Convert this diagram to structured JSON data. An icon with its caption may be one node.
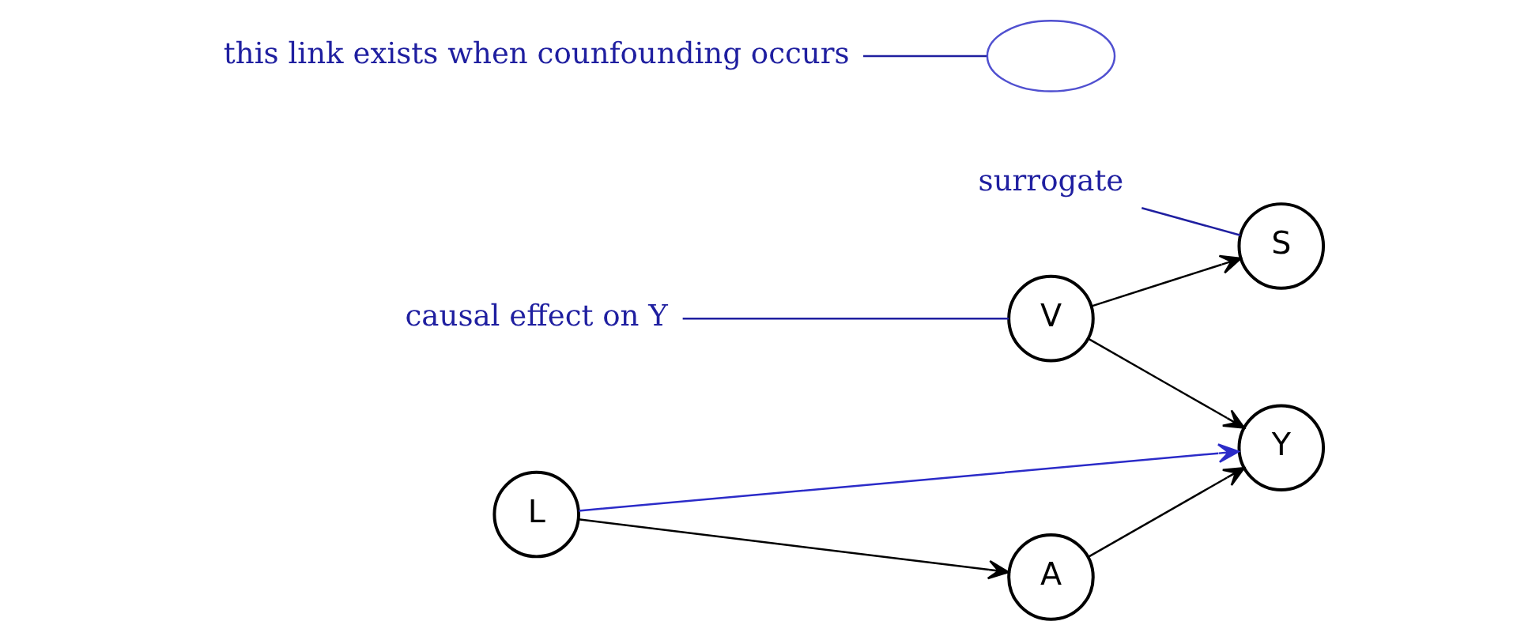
{
  "diagram": {
    "nodes": [
      {
        "text": [
          "V"
        ]
      },
      {
        "text": [
          "S"
        ]
      },
      {
        "text": [
          "surrogate"
        ]
      },
      {
        "text": [
          "A"
        ]
      },
      {
        "text": [
          "Y"
        ]
      },
      {
        "text": [
          "causal effect on Y"
        ]
      },
      {
        "text": [],
        "shape": "ellipse"
      },
      {
        "text": [
          "L"
        ]
      },
      {
        "text": [
          "this link exists when counfounding occurs"
        ]
      }
    ],
    "edges": [
      {
        "from": 0,
        "to": 1,
        "arrow": "to"
      },
      {
        "from": 0,
        "to": 4,
        "arrow": "to"
      },
      {
        "from": 3,
        "to": 4,
        "arrow": "to"
      },
      {
        "from": 7,
        "to": 3,
        "arrow": "to"
      },
      {
        "from": 7,
        "to": 4,
        "arrow": "to",
        "color": "#2b2bc8"
      },
      {
        "from": 2,
        "to": 1,
        "arrow": "none",
        "color": "#1f1fa0"
      },
      {
        "from": 5,
        "to": 0,
        "arrow": "none",
        "color": "#1f1fa0"
      },
      {
        "from": 8,
        "to": 6,
        "arrow": "none",
        "color": "#1f1fa0"
      }
    ]
  }
}
